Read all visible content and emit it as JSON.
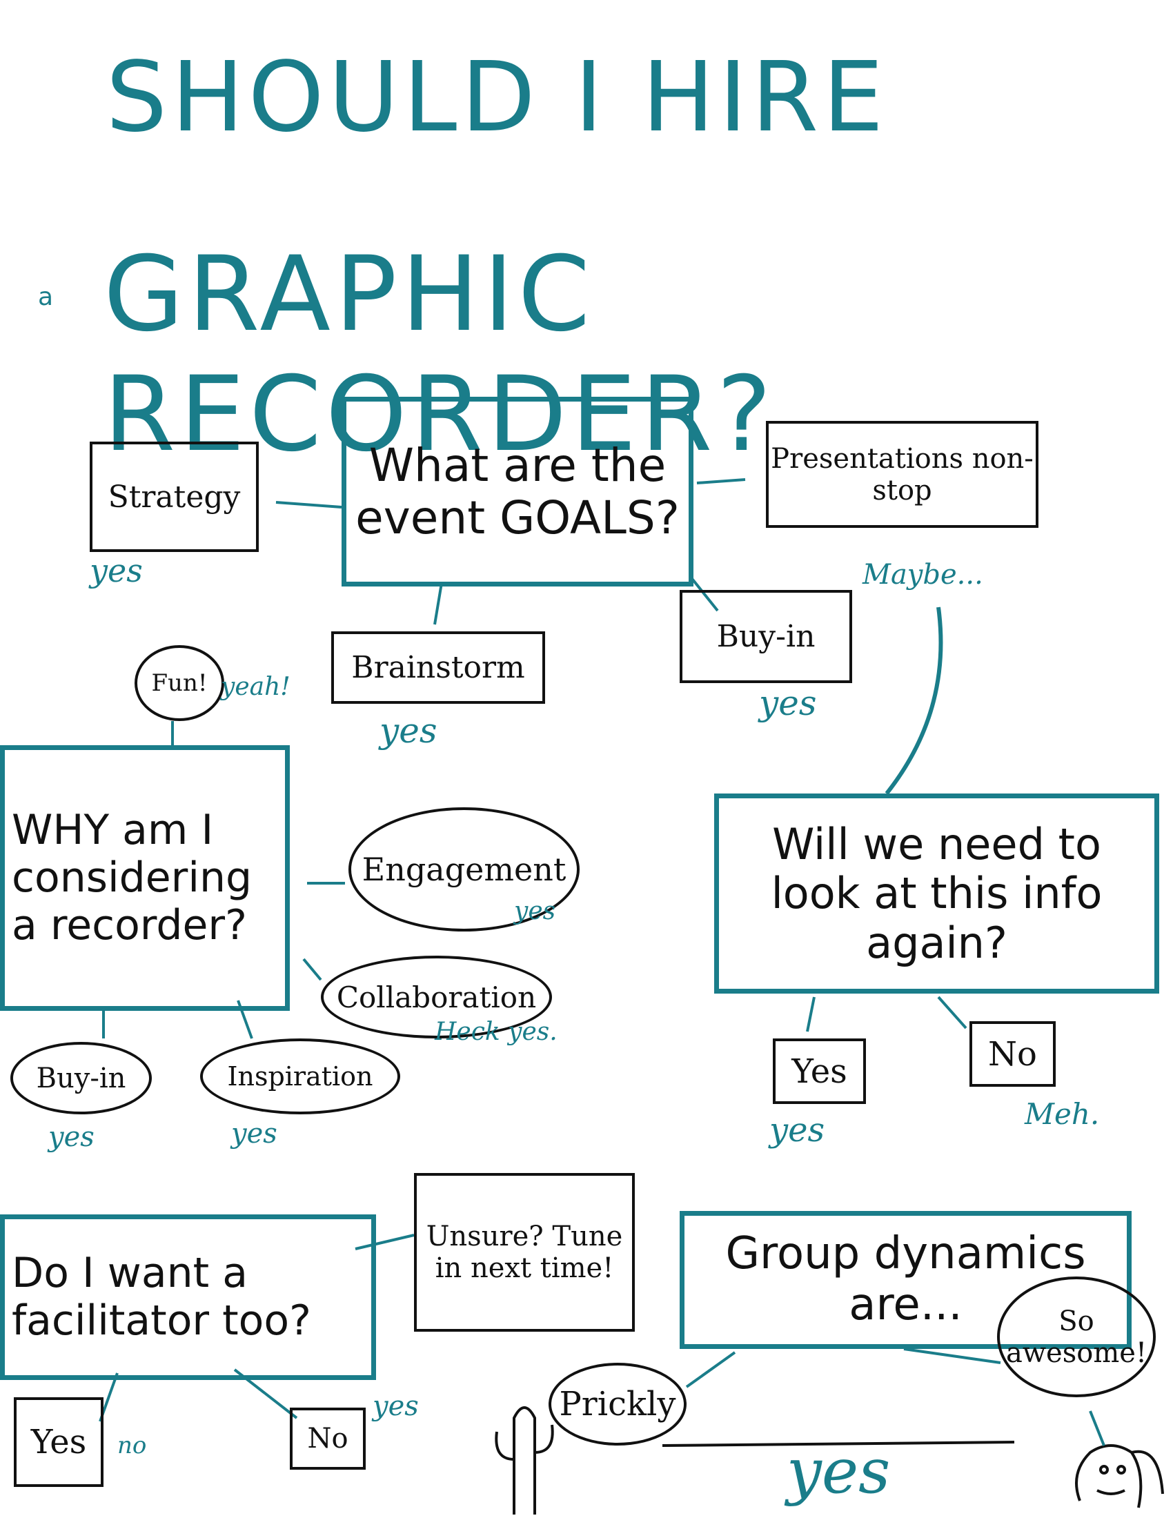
{
  "title": {
    "small": "a",
    "line1": "SHOULD I HIRE",
    "line2": "GRAPHIC RECORDER?"
  },
  "goals": {
    "question": "What are the event GOALS?",
    "strategy": "Strategy",
    "presentations": "Presentations non-stop",
    "brainstorm": "Brainstorm",
    "buy_in": "Buy-in",
    "maybe": "Maybe..."
  },
  "why": {
    "question": "WHY am I considering a recorder?",
    "fun": "Fun!",
    "yeah": "yeah!",
    "engagement": "Engagement",
    "collaboration": "Collaboration",
    "heck_yes": "Heck yes.",
    "buy_in": "Buy-in",
    "inspiration": "Inspiration"
  },
  "revisit": {
    "question": "Will we need to look at this info again?",
    "yes": "Yes",
    "no": "No",
    "meh": "Meh."
  },
  "facilitator": {
    "question": "Do I want a facilitator too?",
    "unsure": "Unsure? Tune in next time!",
    "yes": "Yes",
    "no": "No",
    "no_label": "no"
  },
  "group": {
    "question": "Group dynamics are...",
    "prickly": "Prickly",
    "awesome": "So awesome!"
  },
  "yes_label": "yes"
}
